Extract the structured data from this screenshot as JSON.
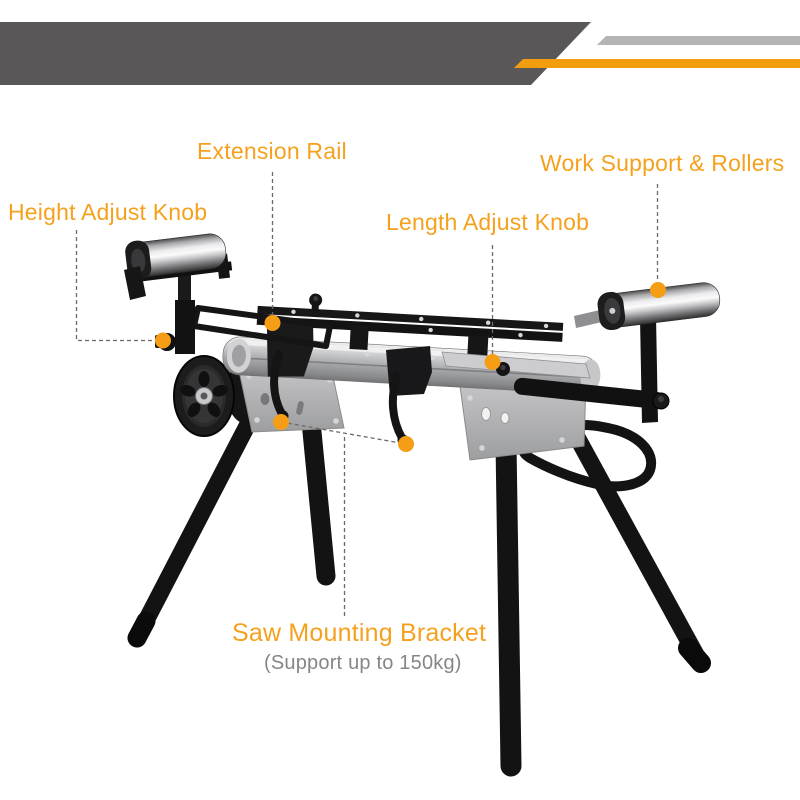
{
  "banner": {
    "dark_color": "#595757",
    "light_gray_color": "#B4B3B5",
    "accent_color": "#F29C0F"
  },
  "colors": {
    "label_orange": "#F5A11E",
    "capacity_gray": "#868686",
    "callout_dot_orange": "#F59D14",
    "connector_gray": "#6A6A6A",
    "frame_black": "#141415",
    "beam_silver": "#A2A3A5"
  },
  "labels": {
    "extension_rail": "Extension Rail",
    "height_adjust_knob": "Height Adjust Knob",
    "work_support_rollers": "Work Support & Rollers",
    "length_adjust_knob": "Length Adjust Knob",
    "saw_mounting_bracket": "Saw Mounting Bracket",
    "support_capacity": "(Support up to 150kg)"
  }
}
